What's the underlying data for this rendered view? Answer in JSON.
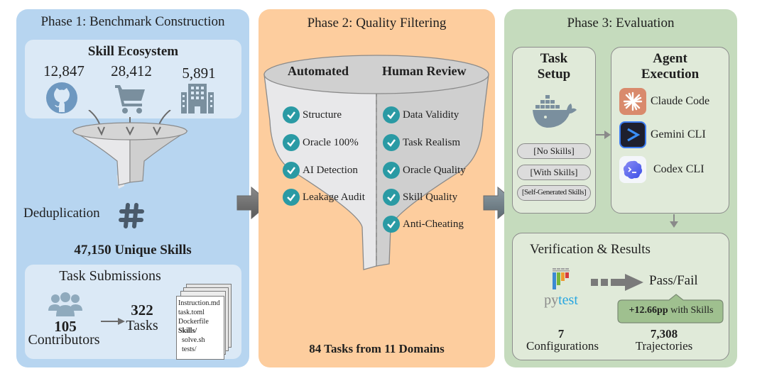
{
  "phase1": {
    "title": "Phase 1: Benchmark Construction",
    "ecosystem": {
      "title": "Skill Ecosystem",
      "sources": [
        {
          "count": "12,847",
          "icon": "github-icon"
        },
        {
          "count": "28,412",
          "icon": "shopping-cart-icon"
        },
        {
          "count": "5,891",
          "icon": "building-icon"
        }
      ]
    },
    "dedup_label": "Deduplication",
    "dedup_icon": "hash-icon",
    "unique_skills": "47,150 Unique Skills",
    "submissions": {
      "title": "Task Submissions",
      "contributors_count": "105",
      "contributors_label": "Contributors",
      "tasks_count": "322",
      "tasks_label": "Tasks",
      "files": [
        "Instruction.md",
        "task.toml",
        "Dockerfile",
        "Skills/",
        "solve.sh",
        "tests/"
      ]
    }
  },
  "phase2": {
    "title": "Phase 2: Quality Filtering",
    "automated_title": "Automated",
    "human_title": "Human Review",
    "automated_checks": [
      "Structure",
      "Oracle 100%",
      "AI Detection",
      "Leakage Audit"
    ],
    "human_checks": [
      "Data Validity",
      "Task Realism",
      "Oracle Quality",
      "Skill Quality",
      "Anti-Cheating"
    ],
    "result": "84 Tasks from 11 Domains"
  },
  "phase3": {
    "title": "Phase 3: Evaluation",
    "task_setup": {
      "title_line1": "Task",
      "title_line2": "Setup",
      "conditions": [
        "[No Skills]",
        "[With Skills]",
        "[Self-Generated Skills]"
      ]
    },
    "agent_execution": {
      "title_line1": "Agent",
      "title_line2": "Execution",
      "agents": [
        "Claude Code",
        "Gemini CLI",
        "Codex CLI"
      ]
    },
    "verification": {
      "title": "Verification & Results",
      "pytest_py": "py",
      "pytest_test": "test",
      "outcome": "Pass/Fail",
      "gain_value": "+12.66pp",
      "gain_label": " with Skills",
      "configs_count": "7",
      "configs_label": "Configurations",
      "trajectories_count": "7,308",
      "trajectories_label": "Trajectories"
    }
  },
  "colors": {
    "phase1_bg": "#b7d5f0",
    "phase2_bg": "#fdcd9e",
    "phase3_bg": "#c5dbbd",
    "check_teal": "#2a9aa4",
    "claude_orange": "#d98a6c",
    "pytest_blue": "#27a6e0"
  }
}
